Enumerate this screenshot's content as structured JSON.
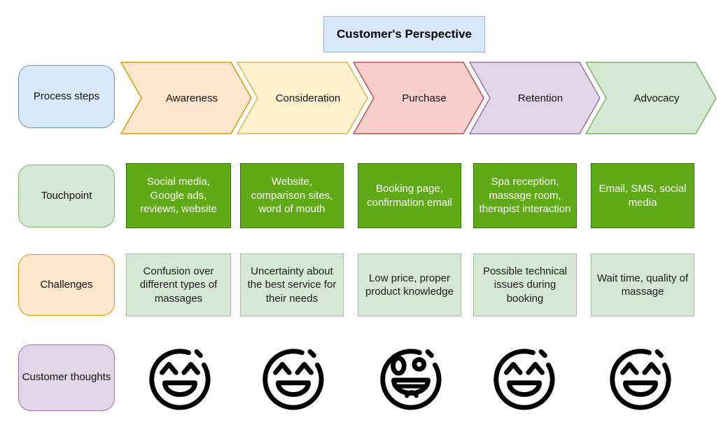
{
  "title": "Customer's Perspective",
  "title_colors": {
    "fill": "#dae8fc",
    "stroke": "#9cb3d9"
  },
  "rows": {
    "process": {
      "label": "Process steps",
      "label_colors": {
        "fill": "#dae8fc",
        "stroke": "#6c8ebf"
      },
      "steps": [
        {
          "label": "Awareness",
          "fill": "#ffe6cc",
          "stroke": "#d79b00"
        },
        {
          "label": "Consideration",
          "fill": "#fff2cc",
          "stroke": "#d6b656"
        },
        {
          "label": "Purchase",
          "fill": "#f8cecc",
          "stroke": "#b85450"
        },
        {
          "label": "Retention",
          "fill": "#e1d5e7",
          "stroke": "#9673a6"
        },
        {
          "label": "Advocacy",
          "fill": "#d5e8d4",
          "stroke": "#82b366"
        }
      ]
    },
    "touchpoint": {
      "label": "Touchpoint",
      "label_colors": {
        "fill": "#d5e8d4",
        "stroke": "#82b366"
      },
      "cell_colors": {
        "fill": "#60a917",
        "stroke": "#2d7600",
        "text": "#ffffff"
      },
      "cells": [
        "Social media, Google ads, reviews, website",
        "Website, comparison sites, word of mouth",
        "Booking page, confirmation email",
        "Spa reception, massage room, therapist interaction",
        "Email, SMS, social media"
      ]
    },
    "challenges": {
      "label": "Challenges",
      "label_colors": {
        "fill": "#ffe6cc",
        "stroke": "#d79b00"
      },
      "cell_colors": {
        "fill": "#d5e8d4",
        "stroke": "#a5bca5",
        "text": "#1a1a1a"
      },
      "cells": [
        "Confusion over different types of massages",
        "Uncertainty about the best service for their needs",
        "Low price, proper product knowledge",
        "Possible technical issues during booking",
        "Wait time, quality of massage"
      ]
    },
    "thoughts": {
      "label": "Customer thoughts",
      "label_colors": {
        "fill": "#e1d5e7",
        "stroke": "#9673a6"
      },
      "icon_color": "#000000",
      "faces": [
        "grinning-smiling-eyes",
        "grinning-smiling-eyes",
        "excited-open-eyes",
        "grinning-smiling-eyes",
        "grinning-smiling-eyes"
      ]
    }
  }
}
